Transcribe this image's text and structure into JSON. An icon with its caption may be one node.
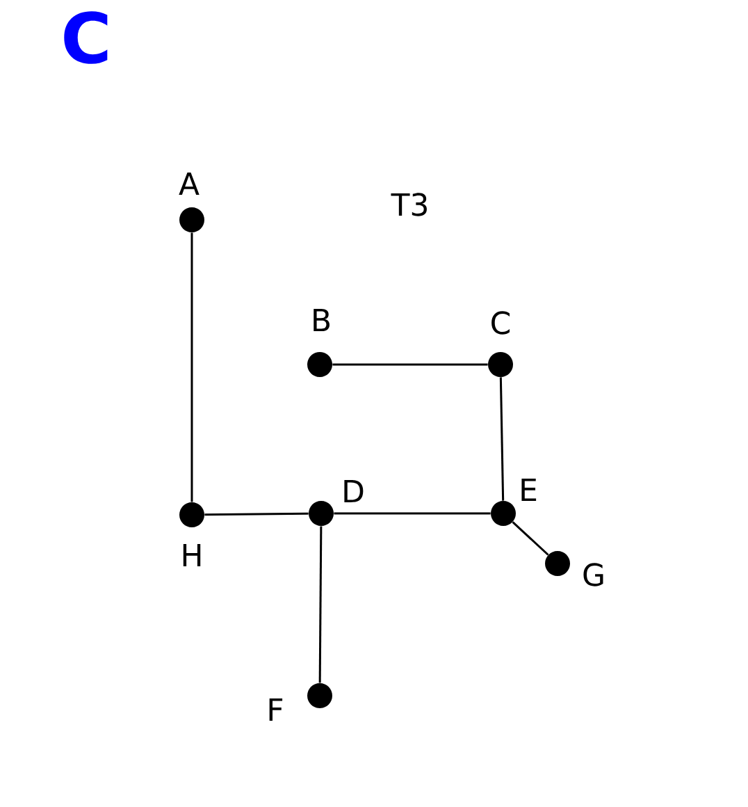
{
  "diagram": {
    "title": "T3",
    "nodes": [
      {
        "text": [
          "A"
        ]
      },
      {
        "text": [
          "B"
        ]
      },
      {
        "text": [
          "C"
        ]
      },
      {
        "text": [
          "D"
        ]
      },
      {
        "text": [
          "E"
        ]
      },
      {
        "text": [
          "F"
        ]
      },
      {
        "text": [
          "G"
        ]
      },
      {
        "text": [
          "H"
        ]
      }
    ],
    "edges": [
      {
        "from": 0,
        "to": 7,
        "arrow": "none"
      },
      {
        "from": 7,
        "to": 3,
        "arrow": "none"
      },
      {
        "from": 3,
        "to": 4,
        "arrow": "none"
      },
      {
        "from": 3,
        "to": 5,
        "arrow": "none"
      },
      {
        "from": 1,
        "to": 2,
        "arrow": "none"
      },
      {
        "from": 2,
        "to": 4,
        "arrow": "none"
      },
      {
        "from": 4,
        "to": 6,
        "arrow": "none"
      }
    ],
    "labels": [
      "C"
    ]
  }
}
